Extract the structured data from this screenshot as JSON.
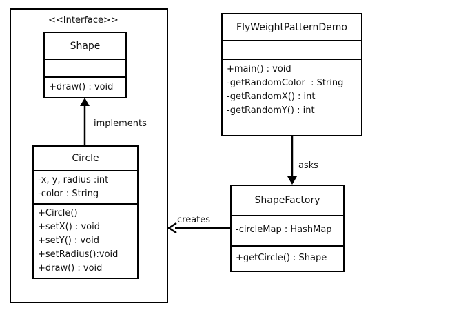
{
  "interface_group": {
    "stereotype": "<<Interface>>",
    "shape": {
      "name": "Shape",
      "attributes": [],
      "methods": [
        "+draw() : void"
      ]
    },
    "circle": {
      "name": "Circle",
      "attributes": [
        "-x, y, radius :int",
        "-color : String"
      ],
      "methods": [
        "+Circle()",
        "+setX() : void",
        "+setY() : void",
        "+setRadius():void",
        "+draw() : void"
      ]
    }
  },
  "demo": {
    "name": "FlyWeightPatternDemo",
    "attributes": [],
    "methods": [
      "+main() : void",
      "-getRandomColor  : String",
      "-getRandomX() : int",
      "-getRandomY() : int"
    ]
  },
  "factory": {
    "name": "ShapeFactory",
    "attributes": [
      "-circleMap : HashMap"
    ],
    "methods": [
      "+getCircle() : Shape"
    ]
  },
  "relations": {
    "implements": "implements",
    "asks": "asks",
    "creates": "creates"
  }
}
